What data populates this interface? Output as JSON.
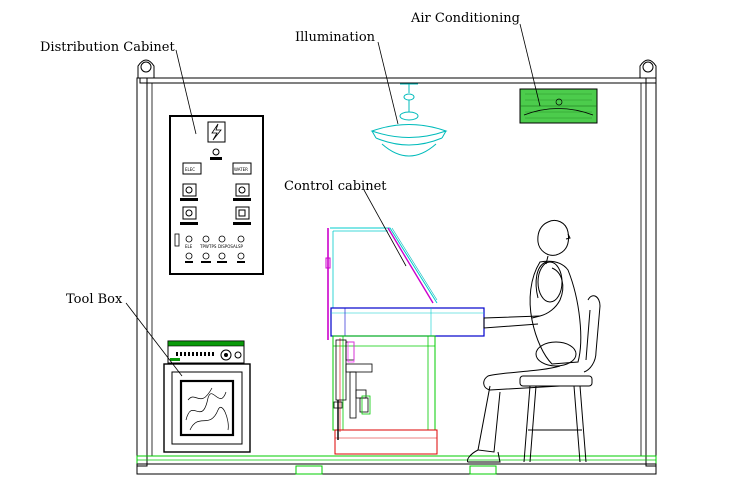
{
  "labels": {
    "distribution_cabinet": "Distribution Cabinet",
    "illumination": "Illumination",
    "air_conditioning": "Air Conditioning",
    "control_cabinet": "Control cabinet",
    "tool_box": "Tool Box"
  },
  "panel_text": {
    "meter_left": "ELEC",
    "meter_right": "WATER",
    "row_labels": [
      "ELE",
      "TPW",
      "TPS",
      "DISPOSAL",
      "SP"
    ]
  },
  "colors": {
    "outline": "#000000",
    "air_conditioner": "#22aa22",
    "control_cabinet_top": "#00cccc",
    "control_cabinet_side": "#cc00cc",
    "desk": "#0000cc",
    "frame_green": "#00cc00",
    "frame_red": "#dd0000",
    "lamp": "#00bbbb",
    "floor_green": "#00cc00"
  }
}
